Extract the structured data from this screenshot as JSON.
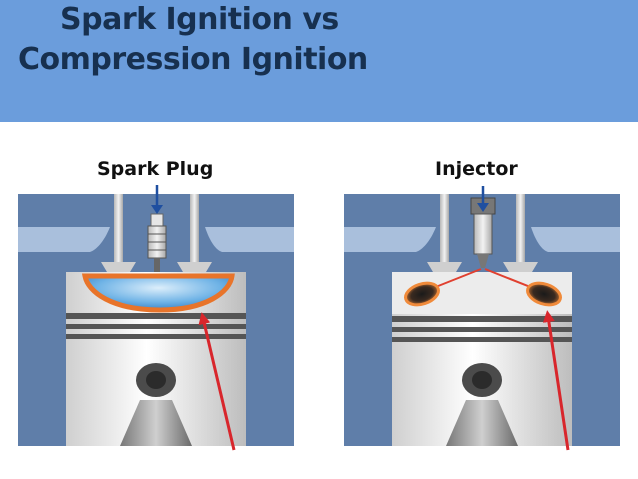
{
  "title": {
    "line1": "Spark Ignition vs",
    "line2": "Compression Ignition"
  },
  "panels": [
    {
      "label": "Spark Plug"
    },
    {
      "label": "Injector"
    }
  ],
  "colors": {
    "banner": "#6b9ddc",
    "title_text": "#17304f",
    "cylinder_wall": "#5f7ea9",
    "flame_front": "#e8742a",
    "indicator_arrow": "#d8262c"
  }
}
